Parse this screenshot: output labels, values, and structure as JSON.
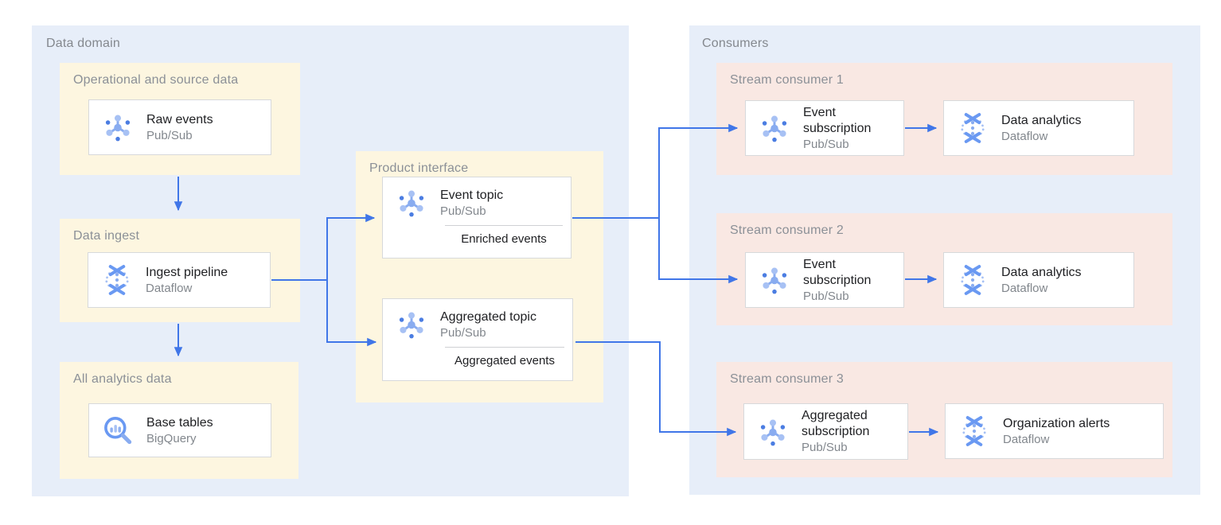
{
  "data_domain": {
    "label": "Data domain",
    "operational": {
      "label": "Operational and source data",
      "card": {
        "title": "Raw events",
        "subtitle": "Pub/Sub",
        "icon": "pubsub-icon"
      }
    },
    "data_ingest": {
      "label": "Data ingest",
      "card": {
        "title": "Ingest pipeline",
        "subtitle": "Dataflow",
        "icon": "dataflow-icon"
      }
    },
    "all_analytics": {
      "label": "All analytics data",
      "card": {
        "title": "Base tables",
        "subtitle": "BigQuery",
        "icon": "bigquery-icon"
      }
    },
    "product_interface": {
      "label": "Product interface",
      "event_topic": {
        "title": "Event topic",
        "subtitle": "Pub/Sub",
        "tag": "Enriched events",
        "icon": "pubsub-icon"
      },
      "aggregated_topic": {
        "title": "Aggregated topic",
        "subtitle": "Pub/Sub",
        "tag": "Aggregated events",
        "icon": "pubsub-icon"
      }
    }
  },
  "consumers": {
    "label": "Consumers",
    "stream_consumer_1": {
      "label": "Stream consumer 1",
      "source": {
        "title": "Event subscription",
        "subtitle": "Pub/Sub",
        "icon": "pubsub-icon"
      },
      "target": {
        "title": "Data analytics",
        "subtitle": "Dataflow",
        "icon": "dataflow-icon"
      }
    },
    "stream_consumer_2": {
      "label": "Stream consumer 2",
      "source": {
        "title": "Event subscription",
        "subtitle": "Pub/Sub",
        "icon": "pubsub-icon"
      },
      "target": {
        "title": "Data analytics",
        "subtitle": "Dataflow",
        "icon": "dataflow-icon"
      }
    },
    "stream_consumer_3": {
      "label": "Stream consumer 3",
      "source": {
        "title": "Aggregated subscription",
        "subtitle": "Pub/Sub",
        "icon": "pubsub-icon"
      },
      "target": {
        "title": "Organization alerts",
        "subtitle": "Dataflow",
        "icon": "dataflow-icon"
      }
    }
  },
  "colors": {
    "zone_bg": "#E7EEF9",
    "domain_group_bg": "#FDF6E0",
    "consumer_group_bg": "#F9E8E3",
    "card_border": "#D7D9DB",
    "arrow": "#4076E8",
    "label_gray": "#84888E",
    "title_dark": "#202124",
    "icon_blue_dark": "#4B7DE2",
    "icon_blue_mid": "#6A99F2",
    "icon_blue_light": "#A7C1F4"
  }
}
